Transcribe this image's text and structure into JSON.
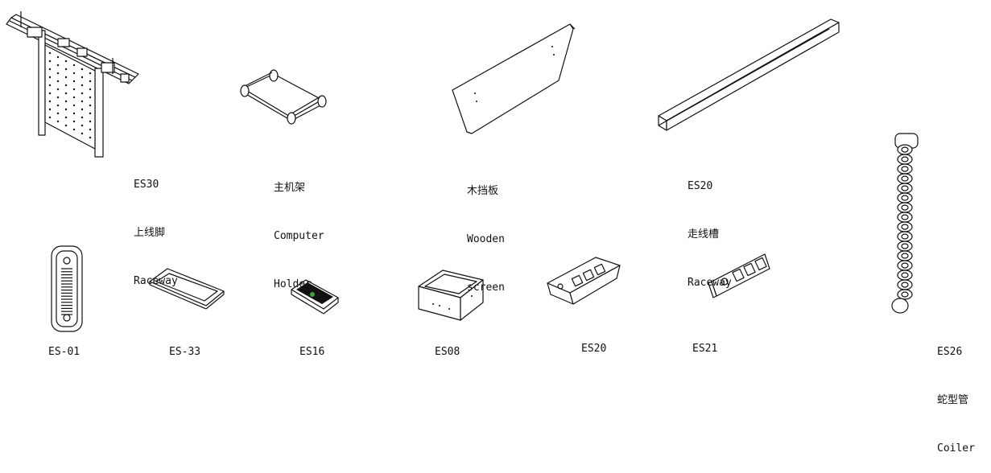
{
  "products_top": [
    {
      "code": "ES30",
      "name_cn": "上线脚",
      "name_en": "Raceway"
    },
    {
      "code": "",
      "name_cn": "主机架",
      "name_en": "Computer Holder",
      "name_en_line1": "Computer",
      "name_en_line2": "Holder"
    },
    {
      "code": "",
      "name_cn": "木挡板",
      "name_en_line1": "Wooden",
      "name_en_line2": "screen"
    },
    {
      "code": "ES20",
      "name_cn": "走线槽",
      "name_en": "Raceway"
    },
    {
      "code": "ES26",
      "name_cn": "蛇型管",
      "name_en": "Coiler"
    }
  ],
  "products_bottom": [
    {
      "code": "ES-01"
    },
    {
      "code": "ES-33"
    },
    {
      "code": "ES16"
    },
    {
      "code": "ES08"
    },
    {
      "code": "ES20"
    },
    {
      "code": "ES21"
    }
  ],
  "colors": {
    "line": "#111111",
    "background": "#ffffff",
    "accent_green": "#3ca23c"
  }
}
